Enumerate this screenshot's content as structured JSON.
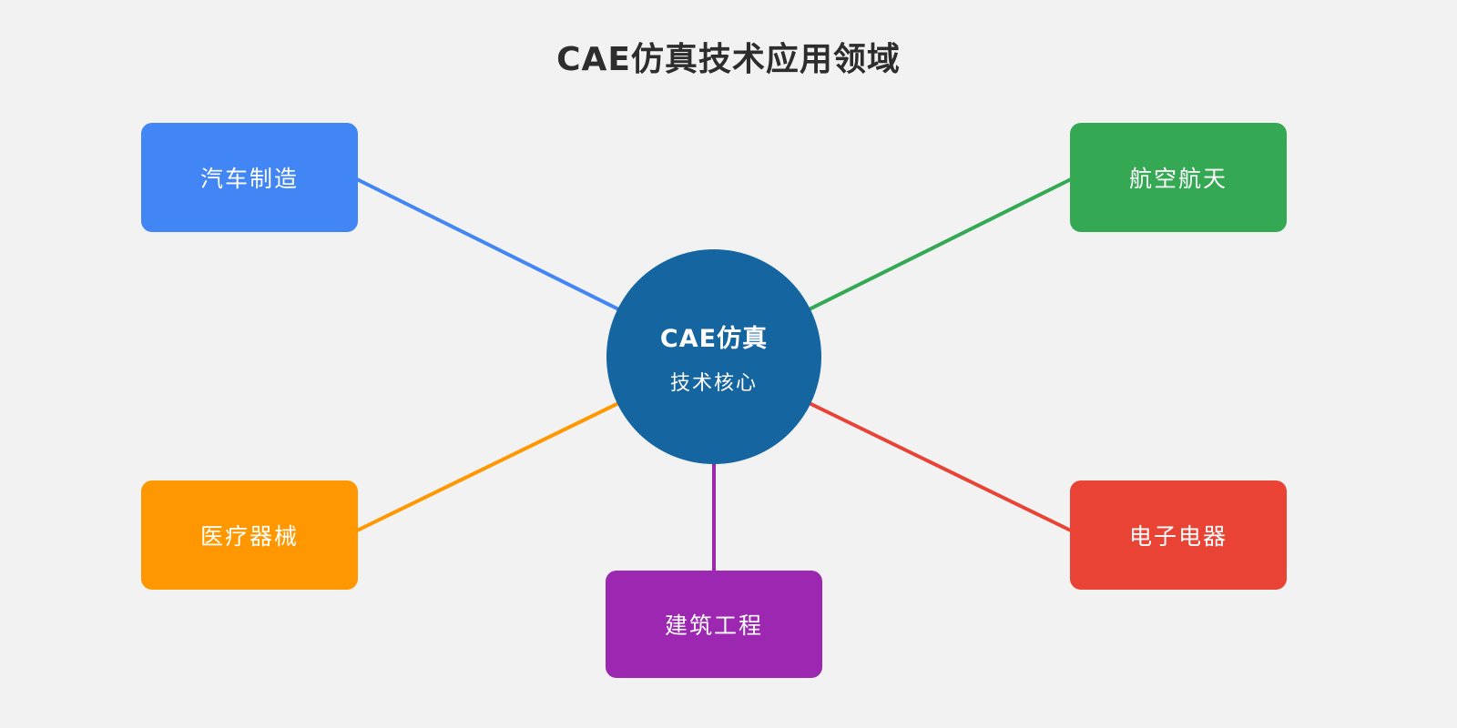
{
  "title": "CAE仿真技术应用领域",
  "background_color": "#f2f2f2",
  "center": {
    "line1": "CAE仿真",
    "line2": "技术核心",
    "color": "#1565a0"
  },
  "nodes": [
    {
      "id": "automotive",
      "label": "汽车制造",
      "color": "#4285f4",
      "position": "top-left"
    },
    {
      "id": "aerospace",
      "label": "航空航天",
      "color": "#34a853",
      "position": "top-right"
    },
    {
      "id": "medical",
      "label": "医疗器械",
      "color": "#ff9800",
      "position": "bottom-left"
    },
    {
      "id": "electronics",
      "label": "电子电器",
      "color": "#e84335",
      "position": "bottom-right"
    },
    {
      "id": "construction",
      "label": "建筑工程",
      "color": "#9c27b0",
      "position": "bottom-center"
    }
  ],
  "connections": [
    {
      "from": "center",
      "to": "automotive",
      "color": "#4285f4"
    },
    {
      "from": "center",
      "to": "aerospace",
      "color": "#34a853"
    },
    {
      "from": "center",
      "to": "medical",
      "color": "#ff9800"
    },
    {
      "from": "center",
      "to": "electronics",
      "color": "#e84335"
    },
    {
      "from": "center",
      "to": "construction",
      "color": "#9c27b0"
    }
  ]
}
